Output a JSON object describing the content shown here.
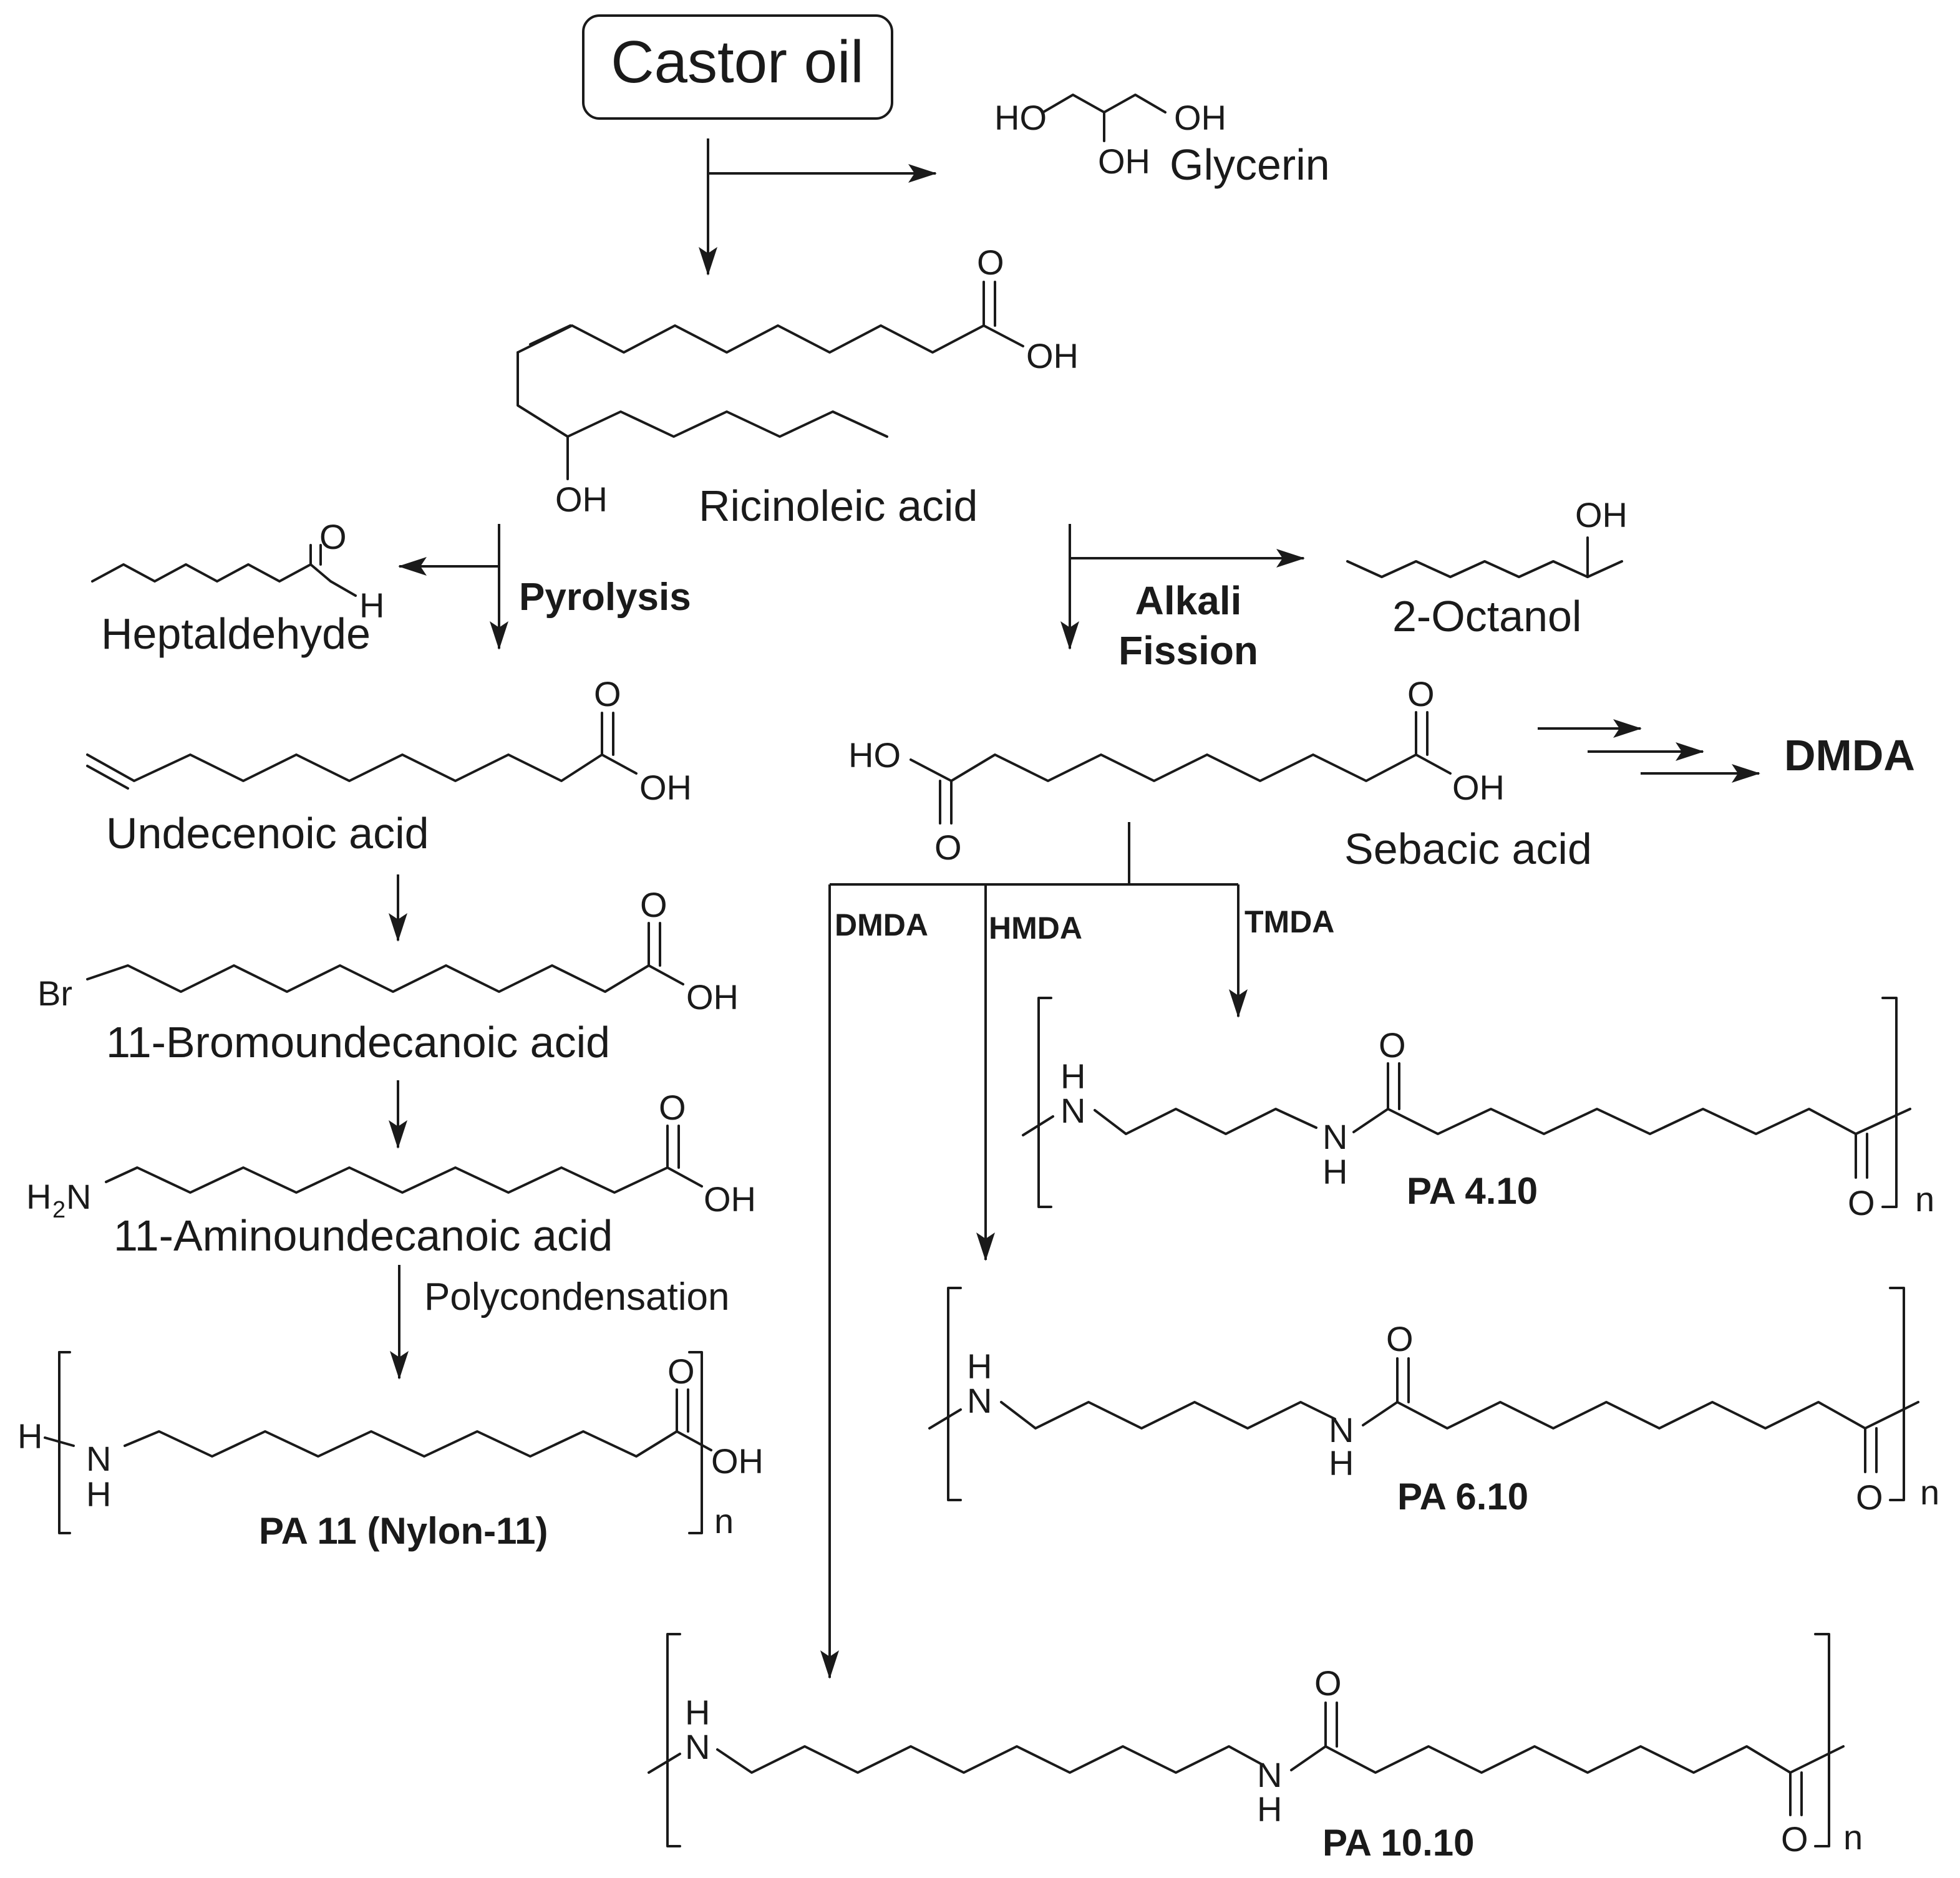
{
  "title": "Castor oil",
  "compounds": {
    "glycerin": "Glycerin",
    "ricinoleic": "Ricinoleic acid",
    "heptaldehyde": "Heptaldehyde",
    "octanol": "2-Octanol",
    "undecenoic": "Undecenoic acid",
    "sebacic": "Sebacic acid",
    "bromo": "11-Bromoundecanoic acid",
    "amino": "11-Aminoundecanoic acid"
  },
  "processes": {
    "pyrolysis": "Pyrolysis",
    "alkali_1": "Alkali",
    "alkali_2": "Fission",
    "polycondensation": "Polycondensation"
  },
  "diamines": {
    "product": "DMDA",
    "branch_1": "DMDA",
    "branch_2": "HMDA",
    "branch_3": "TMDA"
  },
  "polymers": {
    "pa11": "PA 11 (Nylon-11)",
    "pa410": "PA 4.10",
    "pa610": "PA 6.10",
    "pa1010": "PA 10.10"
  },
  "atoms": {
    "o": "O",
    "oh": "OH",
    "ho": "HO",
    "h": "H",
    "n": "N",
    "br": "Br",
    "h2n_h": "H",
    "h2n_2": "2",
    "h2n_n": "N",
    "repeat": "n"
  }
}
